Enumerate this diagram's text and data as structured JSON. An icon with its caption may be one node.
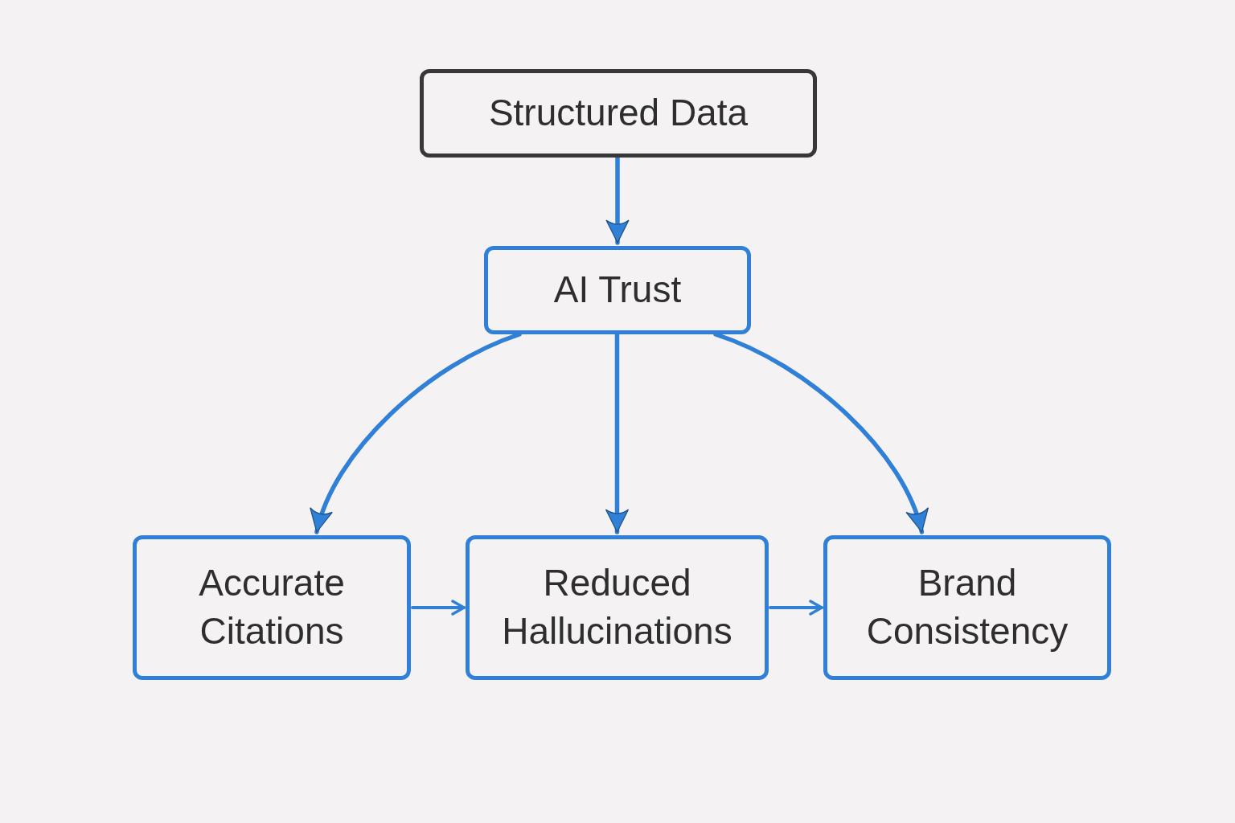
{
  "diagram": {
    "nodes": [
      {
        "text": [
          "Structured Data"
        ]
      },
      {
        "text": [
          "AI Trust"
        ]
      },
      {
        "text": [
          "Accurate Citations"
        ]
      },
      {
        "text": [
          "Reduced Hallucinations"
        ]
      },
      {
        "text": [
          "Brand Consistency"
        ]
      }
    ],
    "edges": [
      {
        "from": 0,
        "to": 1,
        "arrow": "to"
      },
      {
        "from": 1,
        "to": 2,
        "arrow": "to"
      },
      {
        "from": 1,
        "to": 3,
        "arrow": "to"
      },
      {
        "from": 1,
        "to": 4,
        "arrow": "to"
      },
      {
        "from": 2,
        "to": 3,
        "arrow": "to"
      },
      {
        "from": 3,
        "to": 4,
        "arrow": "to"
      }
    ]
  }
}
